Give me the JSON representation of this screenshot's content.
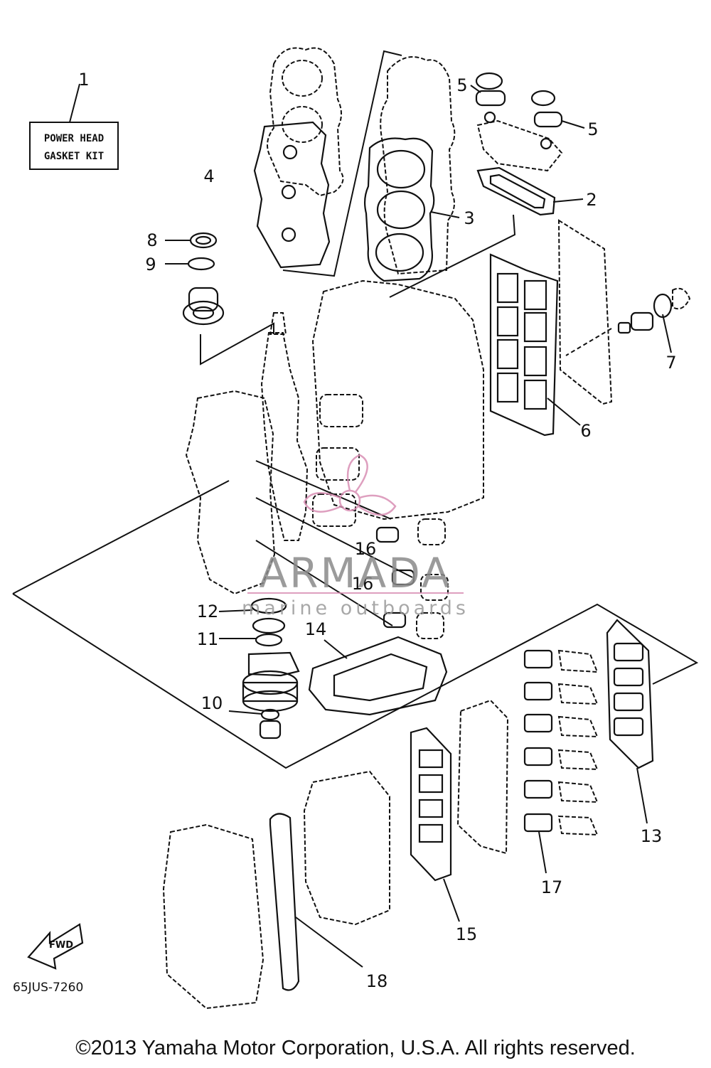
{
  "kit_label": {
    "line1": "POWER HEAD",
    "line2": "GASKET KIT"
  },
  "callouts": {
    "c1": "1",
    "c2": "2",
    "c3": "3",
    "c4": "4",
    "c5a": "5",
    "c5b": "5",
    "c6": "6",
    "c7": "7",
    "c8": "8",
    "c9": "9",
    "c10": "10",
    "c11": "11",
    "c12": "12",
    "c13": "13",
    "c14": "14",
    "c15": "15",
    "c16a": "16",
    "c16b": "16",
    "c17": "17",
    "c18": "18"
  },
  "fwd_label": "FWD",
  "diagram_code": "65JUS-7260",
  "watermark": {
    "title": "ARMADA",
    "subtitle": "marine outboards",
    "color": "#d98fb4"
  },
  "copyright": "©2013 Yamaha Motor Corporation, U.S.A. All rights reserved."
}
